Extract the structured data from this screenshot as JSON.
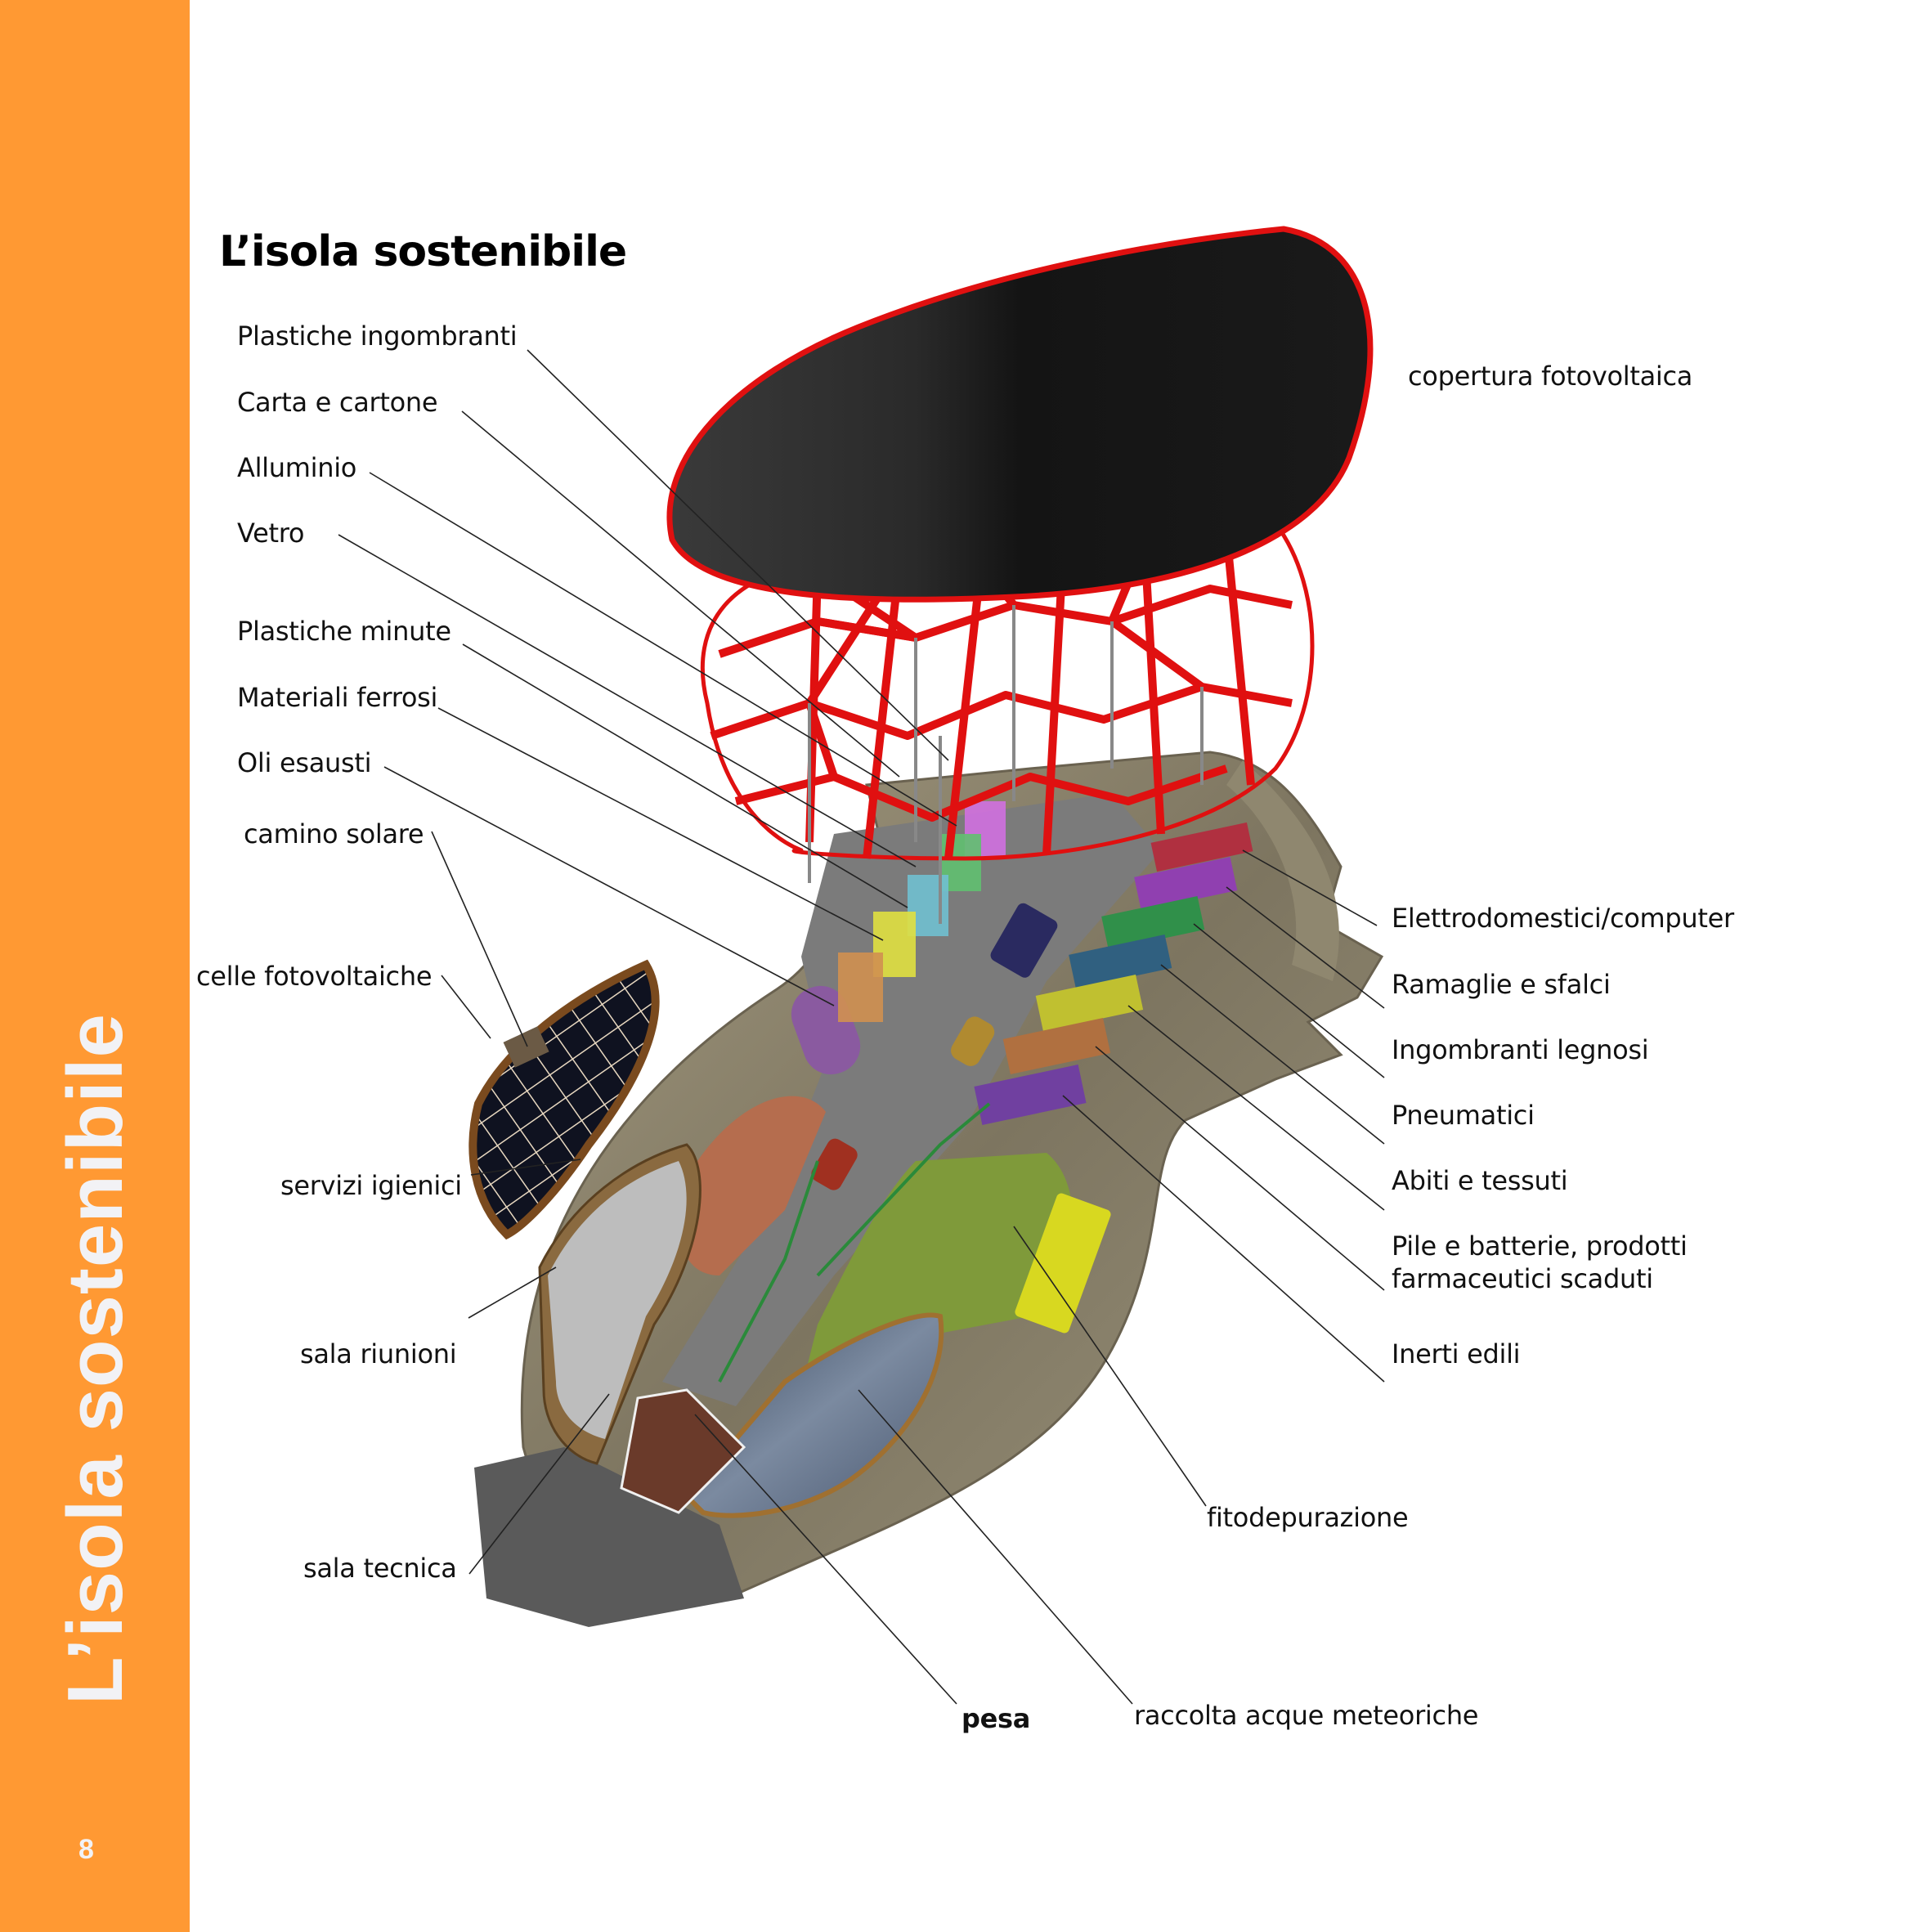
{
  "page": {
    "title": "L’isola sostenibile",
    "sidebar_title": "L’isola sostenibile",
    "page_number": "8",
    "accent_color": "#FF9933"
  },
  "labels_left": {
    "plastiche_ingombranti": "Plastiche ingombranti",
    "carta_cartone": "Carta e cartone",
    "alluminio": "Alluminio",
    "vetro": "Vetro",
    "plastiche_minute": "Plastiche minute",
    "materiali_ferrosi": "Materiali ferrosi",
    "oli_esausti": "Oli esausti",
    "camino_solare": "camino solare",
    "celle_fotovoltaiche": "celle fotovoltaiche",
    "servizi_igienici": "servizi igienici",
    "sala_riunioni": "sala riunioni",
    "sala_tecnica": "sala tecnica"
  },
  "labels_right": {
    "copertura_fotovoltaica": "copertura fotovoltaica",
    "elettrodomestici": "Elettrodomestici/computer",
    "ramaglie": "Ramaglie e sfalci",
    "ingombranti_legnosi": "Ingombranti legnosi",
    "pneumatici": "Pneumatici",
    "abiti": "Abiti e tessuti",
    "pile_line1": "Pile e batterie, prodotti",
    "pile_line2": "farmaceutici scaduti",
    "inerti": "Inerti edili"
  },
  "labels_bottom": {
    "fitodepurazione": "fitodepurazione",
    "raccolta_acque": "raccolta acque meteoriche",
    "pesa": "pesa"
  },
  "colors": {
    "roof": "#1c1c1c",
    "truss": "#e01010",
    "platform": "#8a8068",
    "road": "#7b7b7b",
    "water": "#4e5d78",
    "garden": "#7f9a3a",
    "solar_frame": "#7a4a1e",
    "railing": "#2a8a3a"
  }
}
